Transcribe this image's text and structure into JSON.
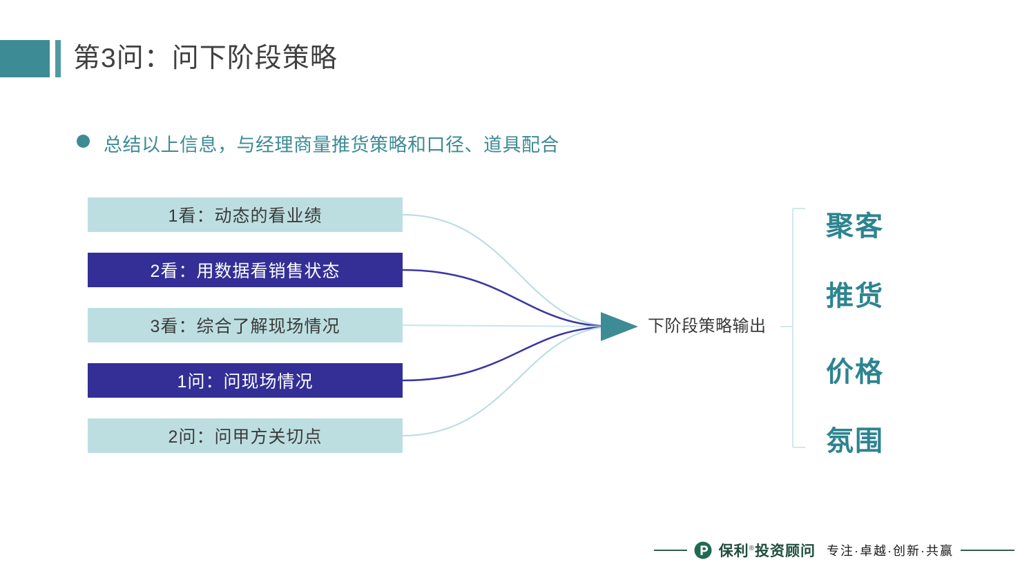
{
  "slide": {
    "title": "第3问：问下阶段策略",
    "bullet": "总结以上信息，与经理商量推货策略和口径、道具配合"
  },
  "colors": {
    "teal": "#3d8b95",
    "teal_bold": "#2d8490",
    "light_teal": "#bddee1",
    "navy": "#332f96",
    "footer_green": "#1f4d3e"
  },
  "steps": [
    {
      "label": "1看：动态的看业绩",
      "style": "teal"
    },
    {
      "label": "2看：用数据看销售状态",
      "style": "navy"
    },
    {
      "label": "3看：综合了解现场情况",
      "style": "teal"
    },
    {
      "label": "1问：问现场情况",
      "style": "navy"
    },
    {
      "label": "2问：问甲方关切点",
      "style": "teal"
    }
  ],
  "output": {
    "label": "下阶段策略输出"
  },
  "outcomes": [
    {
      "label": "聚客"
    },
    {
      "label": "推货"
    },
    {
      "label": "价格"
    },
    {
      "label": "氛围"
    }
  ],
  "footer": {
    "brand": "保利",
    "registered": "®",
    "brand_suffix": "投资顾问",
    "tagline": "专注·卓越·创新·共赢"
  }
}
